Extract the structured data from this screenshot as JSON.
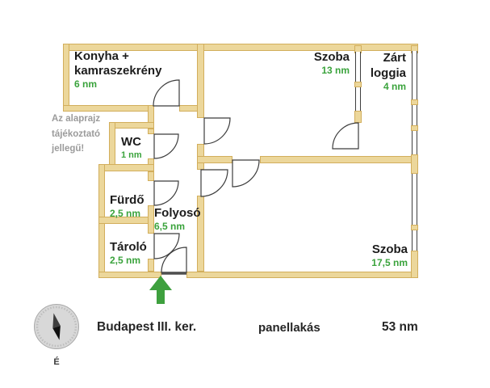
{
  "rooms": {
    "kitchen": {
      "name_line1": "Konyha +",
      "name_line2": "kamraszekrény",
      "size": "6 nm"
    },
    "room_small": {
      "name": "Szoba",
      "size": "13 nm"
    },
    "loggia": {
      "name_line1": "Zárt",
      "name_line2": "loggia",
      "size": "4 nm"
    },
    "wc": {
      "name": "WC",
      "size": "1 nm"
    },
    "bathroom": {
      "name": "Fürdő",
      "size": "2,5 nm"
    },
    "storage": {
      "name": "Tároló",
      "size": "2,5 nm"
    },
    "hallway": {
      "name": "Folyosó",
      "size": "6,5 nm"
    },
    "room_large": {
      "name": "Szoba",
      "size": "17,5 nm"
    }
  },
  "disclaimer": {
    "line1": "Az alaprajz",
    "line2": "tájékoztató",
    "line3": "jellegű!"
  },
  "footer": {
    "location": "Budapest III. ker.",
    "property_type": "panellakás",
    "total_area": "53 nm"
  },
  "compass": {
    "north_label": "É"
  },
  "colors": {
    "wall_fill": "#ecd79b",
    "wall_border": "#d2ae5c",
    "size_green": "#3aa33c",
    "arrow_green": "#3ea03e",
    "room_text": "#1c1c1c",
    "disclaimer_gray": "#9b9b9b",
    "footer_text": "#262626"
  }
}
